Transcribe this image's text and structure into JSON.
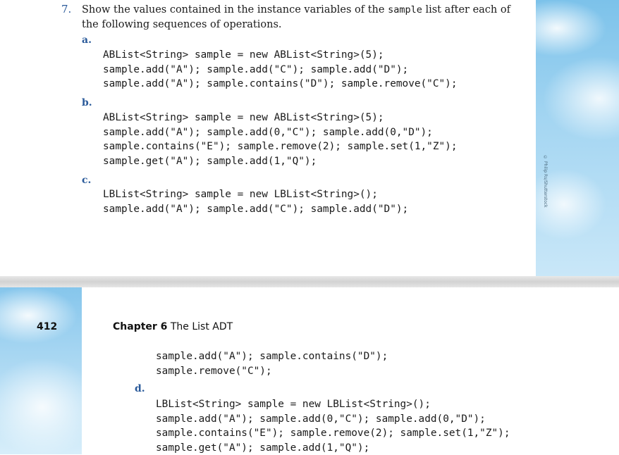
{
  "question": {
    "number": "7.",
    "text_before": "Show the values contained in the instance variables of the ",
    "code_word": "sample",
    "text_after": " list after each of the following sequences of operations."
  },
  "parts": {
    "a": {
      "label": "a.",
      "lines": [
        "ABList<String> sample = new ABList<String>(5);",
        "sample.add(\"A\"); sample.add(\"C\"); sample.add(\"D\");",
        "sample.add(\"A\"); sample.contains(\"D\"); sample.remove(\"C\");"
      ]
    },
    "b": {
      "label": "b.",
      "lines": [
        "ABList<String> sample = new ABList<String>(5);",
        "sample.add(\"A\"); sample.add(0,\"C\"); sample.add(0,\"D\");",
        "sample.contains(\"E\"); sample.remove(2); sample.set(1,\"Z\");",
        "sample.get(\"A\"); sample.add(1,\"Q\");"
      ]
    },
    "c": {
      "label": "c.",
      "lines": [
        "LBList<String> sample = new LBList<String>();",
        "sample.add(\"A\"); sample.add(\"C\"); sample.add(\"D\");"
      ],
      "continued_lines": [
        "sample.add(\"A\"); sample.contains(\"D\");",
        "sample.remove(\"C\");"
      ]
    },
    "d": {
      "label": "d.",
      "lines": [
        "LBList<String> sample = new LBList<String>();",
        "sample.add(\"A\"); sample.add(0,\"C\"); sample.add(0,\"D\");",
        "sample.contains(\"E\"); sample.remove(2); sample.set(1,\"Z\");",
        "sample.get(\"A\"); sample.add(1,\"Q\");"
      ]
    }
  },
  "footer": {
    "page_number": "412",
    "chapter_label": "Chapter 6",
    "chapter_title": "The List ADT"
  },
  "photo_credit": "© Philip Rs/Shutterstock"
}
